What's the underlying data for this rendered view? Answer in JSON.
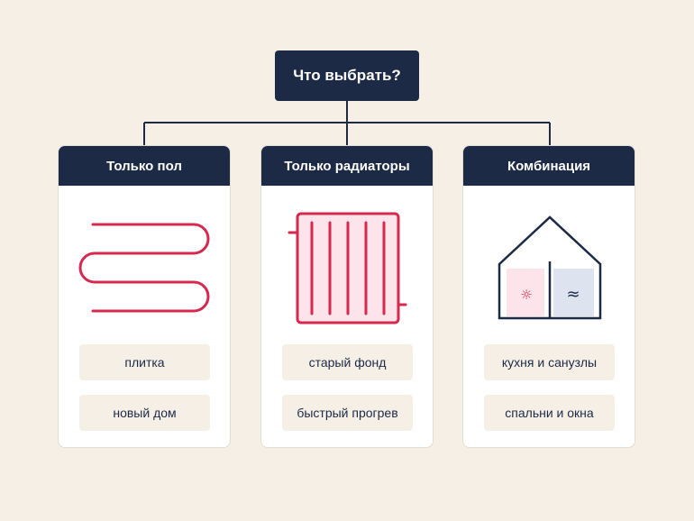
{
  "root": {
    "label": "Что выбрать?"
  },
  "options": [
    {
      "title": "Только пол",
      "illustration": "floor-heating-pipe-icon",
      "tags": [
        "плитка",
        "новый дом"
      ]
    },
    {
      "title": "Только радиаторы",
      "illustration": "radiator-icon",
      "tags": [
        "старый фонд",
        "быстрый прогрев"
      ]
    },
    {
      "title": "Комбинация",
      "illustration": "house-combination-icon",
      "tags": [
        "кухня и санузлы",
        "спальни и окна"
      ],
      "house_icons": {
        "warm": "☼",
        "cool": "≈"
      }
    }
  ],
  "colors": {
    "navy": "#1c2a45",
    "accent": "#d6294f",
    "background": "#f5efe6",
    "pink_fill": "#fce4ea",
    "blue_fill": "#dde3ef"
  }
}
